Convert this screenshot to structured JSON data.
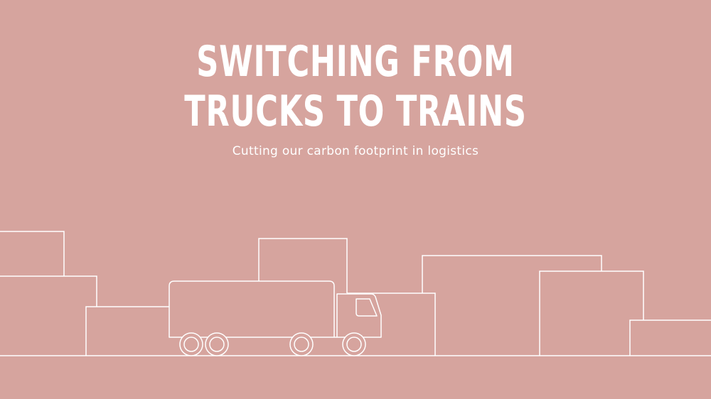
{
  "colors": {
    "background": "#d6a49e",
    "line": "#ffffff"
  },
  "title": {
    "line1": "Switching from",
    "line2": "trucks to trains"
  },
  "subtitle": "Cutting our carbon footprint in logistics",
  "illustration": {
    "icon": "delivery-truck-icon",
    "style": "white line art on flat background"
  }
}
